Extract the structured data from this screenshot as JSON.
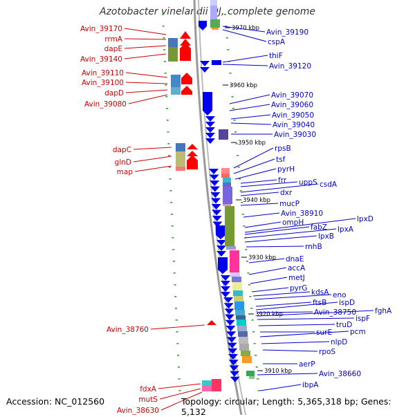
{
  "title": "Azotobacter vinelandii DJ, complete genome",
  "footer": {
    "accession": "Accession: NC_012560",
    "topology": "Topology: circular; Length: 5,365,318 bp; Genes: 5,132"
  },
  "colors": {
    "forward_gene": "#ff0000",
    "reverse_gene": "#0000ff",
    "left_label": "#cc0000",
    "right_label": "#0000cc",
    "backbone": "#999999"
  },
  "ticks": [
    "3970 kbp",
    "3960 kbp",
    "3950 kbp",
    "3940 kbp",
    "3930 kbp",
    "3920 kbp",
    "3910 kbp"
  ],
  "left_labels": [
    "Avin_39170",
    "rrmA",
    "dapE",
    "Avin_39140",
    "Avin_39110",
    "Avin_39100",
    "dapD",
    "Avin_39080",
    "dapC",
    "glnD",
    "map",
    "Avin_38760",
    "fdxA",
    "mutS",
    "Avin_38630"
  ],
  "right_labels": [
    "Avin_39190",
    "cspA",
    "thiF",
    "Avin_39120",
    "Avin_39070",
    "Avin_39060",
    "Avin_39050",
    "Avin_39040",
    "Avin_39030",
    "rpsB",
    "tsf",
    "pyrH",
    "frr",
    "uppS",
    "csdA",
    "dxr",
    "mucP",
    "Avin_38910",
    "ompH",
    "lpxD",
    "fabZ",
    "lpxA",
    "lpxB",
    "rnhB",
    "dnaE",
    "accA",
    "metJ",
    "pyrG",
    "kdsA",
    "eno",
    "ftsB",
    "ispD",
    "Avin_38750",
    "fghA",
    "ispF",
    "truD",
    "surE",
    "pcm",
    "nlpD",
    "rpoS",
    "aerP",
    "Avin_38660",
    "ibpA"
  ]
}
